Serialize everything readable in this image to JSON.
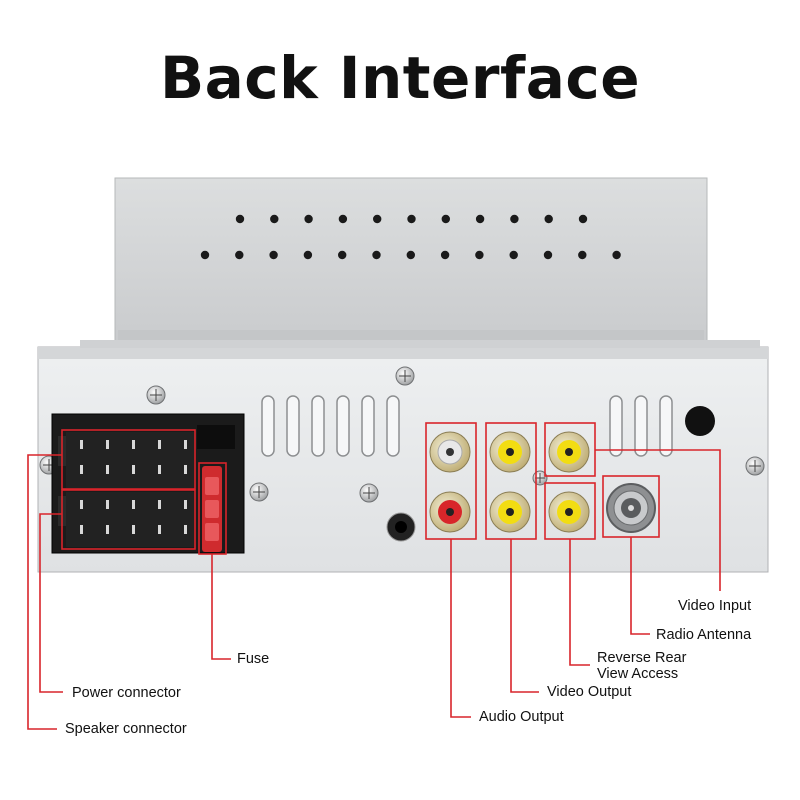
{
  "title": "Back Interface",
  "labels": {
    "video_input": "Video Input",
    "radio_antenna": "Radio Antenna",
    "reverse_rear_view": [
      "Reverse Rear",
      "View Access"
    ],
    "video_output": "Video Output",
    "audio_output": "Audio Output",
    "fuse": "Fuse",
    "power_connector": "Power connector",
    "speaker_connector": "Speaker connector"
  },
  "colors": {
    "callout": "#d9252b",
    "rca_red": "#d8262a",
    "rca_yellow": "#f2dd12",
    "rca_white": "#e8e8e8",
    "chassis": "#e4e6e8"
  }
}
